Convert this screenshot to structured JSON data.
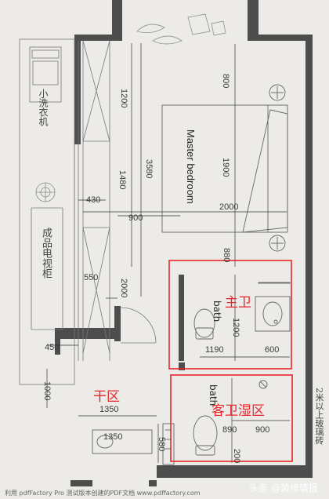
{
  "rooms": {
    "master_bedroom": "Master bedroom",
    "bath_master": "bath",
    "bath_guest": "bath",
    "zone_master_bath": "主卫",
    "zone_dry": "干区",
    "zone_guest_wet": "客卫湿区"
  },
  "furniture": {
    "washer_cabinet": "小洗衣机",
    "tv_cabinet": "成品电视柜"
  },
  "note_tile": "2米以上玻璃砖",
  "dimensions": {
    "d1200a": "1200",
    "d800": "800",
    "d1480": "1480",
    "d3580": "3580",
    "d1900": "1900",
    "d430": "430",
    "d900a": "900",
    "d2000h": "2000",
    "d880": "880",
    "d2000v": "2000",
    "d550": "550",
    "d1200b": "1200",
    "d1190": "1190",
    "d600": "600",
    "d450": "450",
    "d1000": "1000",
    "d1350a": "1350",
    "d890": "890",
    "d900b": "900",
    "d1350b": "1350",
    "d580": "580",
    "d200": "200"
  },
  "footer": "利用 pdfFactory Pro 测试版本创建的PDF文档 www.pdffactory.com",
  "watermark": "头条 @装修情报",
  "colors": {
    "wall": "#4d4d4d",
    "zone_outline": "#e8262b",
    "background": "#ecebe8"
  }
}
